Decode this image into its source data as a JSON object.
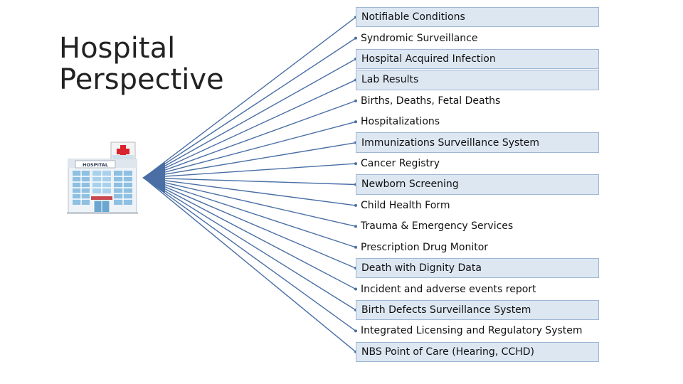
{
  "title": {
    "line1": "Hospital",
    "line2": "Perspective"
  },
  "hospital_sign": "HOSPITAL",
  "colors": {
    "line": "#4a6fa5",
    "box_fill": "#dde7f2",
    "box_border": "#9fb7d3",
    "cross": "#d9232d"
  },
  "systems": [
    {
      "label": "Notifiable Conditions",
      "shaded": true
    },
    {
      "label": "Syndromic Surveillance",
      "shaded": false
    },
    {
      "label": "Hospital Acquired Infection",
      "shaded": true
    },
    {
      "label": "Lab Results",
      "shaded": true
    },
    {
      "label": "Births, Deaths, Fetal Deaths",
      "shaded": false
    },
    {
      "label": "Hospitalizations",
      "shaded": false
    },
    {
      "label": "Immunizations Surveillance System",
      "shaded": true
    },
    {
      "label": "Cancer Registry",
      "shaded": false
    },
    {
      "label": "Newborn Screening",
      "shaded": true
    },
    {
      "label": "Child Health Form",
      "shaded": false
    },
    {
      "label": "Trauma & Emergency Services",
      "shaded": false
    },
    {
      "label": "Prescription Drug Monitor",
      "shaded": false
    },
    {
      "label": "Death with Dignity Data",
      "shaded": true
    },
    {
      "label": "Incident and adverse events report",
      "shaded": false
    },
    {
      "label": "Birth Defects Surveillance System",
      "shaded": true
    },
    {
      "label": "Integrated Licensing and Regulatory System",
      "shaded": false
    },
    {
      "label": "NBS Point of Care (Hearing, CCHD)",
      "shaded": true
    }
  ]
}
